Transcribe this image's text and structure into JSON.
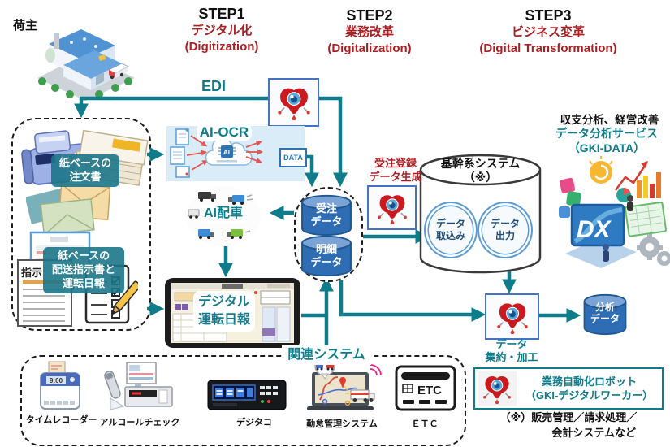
{
  "steps": [
    {
      "name": "STEP1",
      "title": "デジタル化",
      "en": "(Digitization)"
    },
    {
      "name": "STEP2",
      "title": "業務改革",
      "en": "(Digitalization)"
    },
    {
      "name": "STEP3",
      "title": "ビジネス変革",
      "en": "(Digital Transformation)"
    }
  ],
  "left": {
    "shipper": "荷主",
    "paper_order": {
      "l1": "紙ベースの",
      "l2": "注文書"
    },
    "doc_text": "指示",
    "paper_report": {
      "l1": "紙ベースの",
      "l2": "配送指示書と",
      "l3": "運転日報"
    }
  },
  "mid": {
    "edi": "EDI",
    "ai_ocr": "AI-OCR",
    "ai_chip": "AI",
    "data": "DATA",
    "ai_dispatch": "AI配車",
    "digital_log": {
      "l1": "デジタル",
      "l2": "運転日報"
    },
    "order_db": {
      "l1": "受注",
      "l2": "データ"
    },
    "detail_db": {
      "l1": "明細",
      "l2": "データ"
    },
    "order_reg": {
      "l1": "受注登録",
      "l2": "データ生成"
    }
  },
  "core": {
    "title": "基幹系システム",
    "mark": "（※）",
    "import": {
      "l1": "データ",
      "l2": "取込み"
    },
    "export": {
      "l1": "データ",
      "l2": "出力"
    }
  },
  "right": {
    "heading": "収支分析、経営改善",
    "service1": "データ分析サービス",
    "service2": "（GKI-DATA）",
    "dx": "DX",
    "agg": {
      "l1": "データ",
      "l2": "集約・加工"
    },
    "analysis_db": {
      "l1": "分析",
      "l2": "データ"
    },
    "legend": {
      "l1": "業務自動化ロボット",
      "l2": "（GKI-デジタルワーカー）"
    },
    "note1": "（※）販売管理／請求処理／",
    "note2": "会計システムなど"
  },
  "related": {
    "title": "関連システム",
    "items": [
      "タイムレコーダー",
      "アルコールチェック",
      "デジタコ",
      "勤怠管理システム",
      "ＥＴＣ"
    ],
    "etc_card": "ETC",
    "clock": "9:00"
  },
  "colors": {
    "teal": "#0f7c8c",
    "red": "#ab1f23",
    "db_blue": "#2e6db4"
  }
}
